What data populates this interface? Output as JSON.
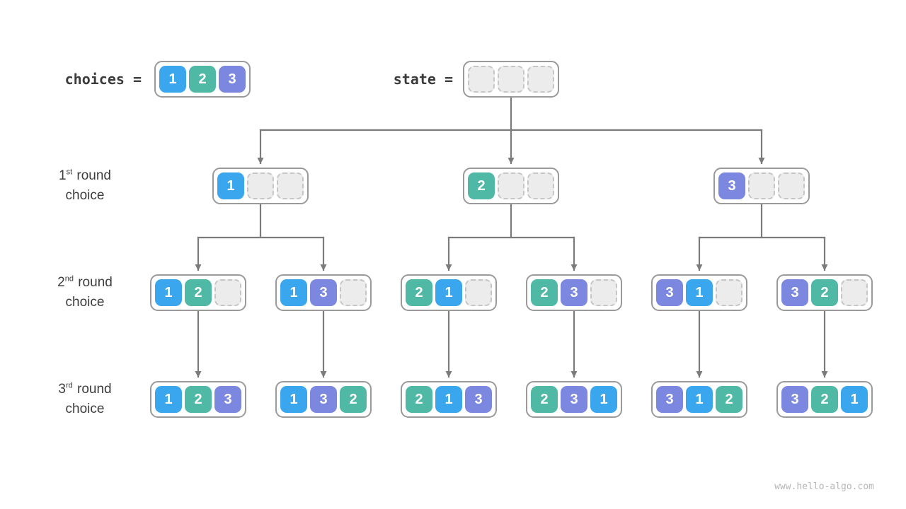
{
  "labels": {
    "choices": "choices =",
    "state": "state ="
  },
  "choices": [
    "1",
    "2",
    "3"
  ],
  "state": [
    "",
    "",
    ""
  ],
  "row_labels": [
    {
      "ordinal": "1",
      "sup": "st",
      "rest": "round",
      "line2": "choice"
    },
    {
      "ordinal": "2",
      "sup": "nd",
      "rest": "round",
      "line2": "choice"
    },
    {
      "ordinal": "3",
      "sup": "rd",
      "rest": "round",
      "line2": "choice"
    }
  ],
  "levels": {
    "level1": [
      [
        "1",
        "",
        ""
      ],
      [
        "2",
        "",
        ""
      ],
      [
        "3",
        "",
        ""
      ]
    ],
    "level2": [
      [
        "1",
        "2",
        ""
      ],
      [
        "1",
        "3",
        ""
      ],
      [
        "2",
        "1",
        ""
      ],
      [
        "2",
        "3",
        ""
      ],
      [
        "3",
        "1",
        ""
      ],
      [
        "3",
        "2",
        ""
      ]
    ],
    "level3": [
      [
        "1",
        "2",
        "3"
      ],
      [
        "1",
        "3",
        "2"
      ],
      [
        "2",
        "1",
        "3"
      ],
      [
        "2",
        "3",
        "1"
      ],
      [
        "3",
        "1",
        "2"
      ],
      [
        "3",
        "2",
        "1"
      ]
    ]
  },
  "footer": "www.hello-algo.com",
  "colors": {
    "1": "#3aa6ee",
    "2": "#4fb9a6",
    "3": "#7c87e0",
    "empty_bg": "#ececec",
    "empty_border": "#c6c6c6",
    "box_border": "#9a9a9a",
    "arrow": "#7b7b7b"
  }
}
